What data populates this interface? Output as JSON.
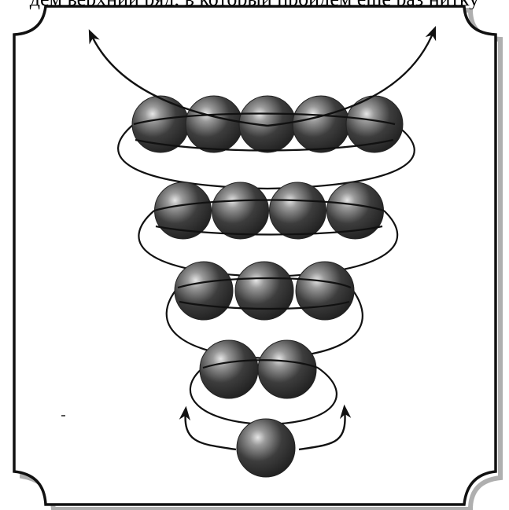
{
  "caption": {
    "text": "дем верхний ряд, в который пройдем ещё раз нитку"
  },
  "diagram": {
    "rows": [
      {
        "name": "row-5",
        "bead_count": 5
      },
      {
        "name": "row-4",
        "bead_count": 4
      },
      {
        "name": "row-3",
        "bead_count": 3
      },
      {
        "name": "row-2",
        "bead_count": 2
      },
      {
        "name": "row-1",
        "bead_count": 1
      }
    ],
    "colors": {
      "bead": "#3d3d3d",
      "bead_highlight": "#e6e6e6",
      "thread": "#111111",
      "frame": "#111111",
      "frame_shadow": "#6b6b6b",
      "background": "#ffffff"
    }
  }
}
